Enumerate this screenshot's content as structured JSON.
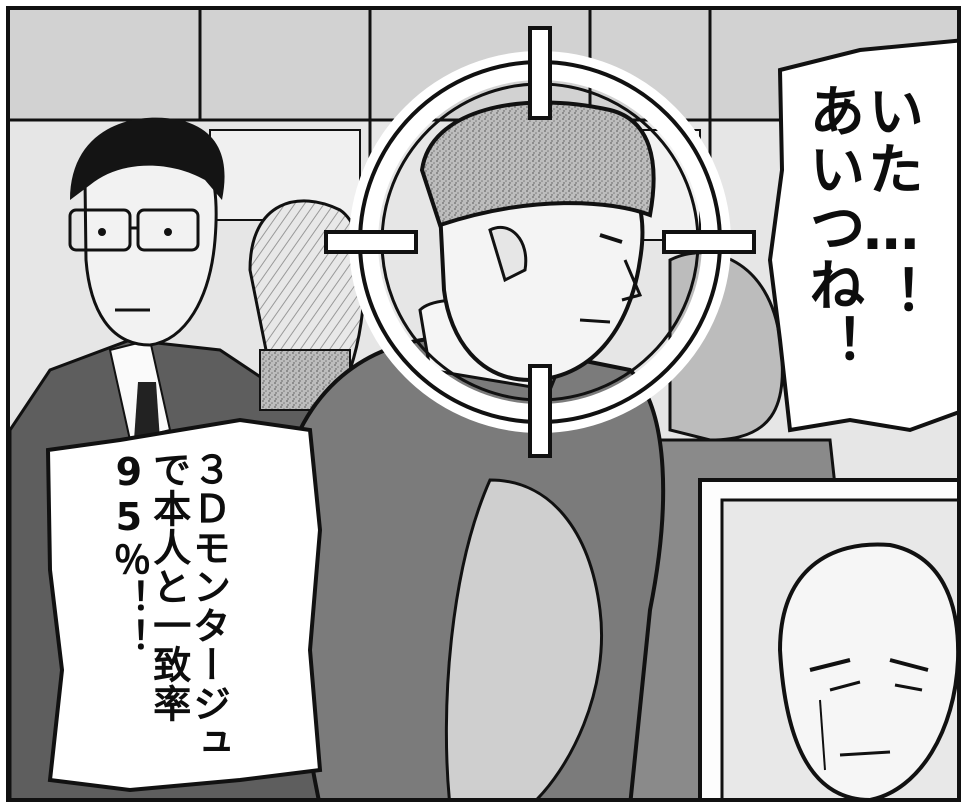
{
  "speech_bubbles": [
    {
      "id": "right",
      "lines": [
        "いた…！",
        "あいつね！"
      ]
    },
    {
      "id": "left",
      "lines": [
        "３Ｄモンタージュ",
        "で本人と一致率",
        "95％！！"
      ]
    }
  ],
  "colors": {
    "ink": "#111111",
    "background": "#d7d7d7",
    "bubble": "#ffffff"
  }
}
